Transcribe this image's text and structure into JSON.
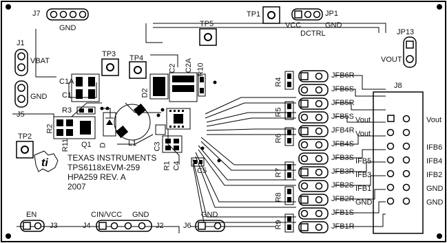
{
  "board": {
    "title_lines": [
      "TEXAS INSTRUMENTS",
      "TPS6118xEVM-259",
      "HPA259 REV. A",
      "2007"
    ]
  },
  "connectors": {
    "j7": {
      "ref": "J7",
      "net": "GND"
    },
    "tp1": {
      "ref": "TP1"
    },
    "jp1": {
      "ref": "JP1",
      "pins": [
        "VCC",
        "DCTRL",
        "GND"
      ]
    },
    "tp5": {
      "ref": "TP5"
    },
    "jp13": {
      "ref": "JP13",
      "net": "VOUT"
    },
    "j1": {
      "ref": "J1",
      "net": "VBAT"
    },
    "j5": {
      "ref": "J5",
      "net": "GND"
    },
    "tp3": {
      "ref": "TP3"
    },
    "tp4": {
      "ref": "TP4"
    },
    "tp2": {
      "ref": "TP2"
    },
    "j8": {
      "ref": "J8",
      "left_labels": [
        "Vout",
        "Vout",
        "IFB5",
        "IFB3",
        "IFB1",
        "GND"
      ],
      "right_labels": [
        "Vout",
        "IFB6",
        "IFB4",
        "IFB2",
        "GND",
        "GND"
      ]
    },
    "j3": {
      "ref": "J3",
      "net": "EN"
    },
    "j4": {
      "ref": "J4",
      "net": "CIN/VCC"
    },
    "j2": {
      "ref": "J2",
      "net": "GND"
    },
    "j6": {
      "ref": "J6",
      "net": "GND"
    }
  },
  "components": [
    "C1A",
    "C1",
    "R3",
    "R2",
    "R11",
    "Q1",
    "D",
    "L1",
    "D2",
    "C2",
    "C2A",
    "R10",
    "C3",
    "R1",
    "C4",
    "C5",
    "R4",
    "R5",
    "R6",
    "R7",
    "R8",
    "R9"
  ],
  "jfb_labels": [
    "JFB6R",
    "JFB6S",
    "JFB5R",
    "JFB5S",
    "JFB4R",
    "JFB4S",
    "JFB3S",
    "JFB3R",
    "JFB2S",
    "JFB2R",
    "JFB1S",
    "JFB1R"
  ]
}
